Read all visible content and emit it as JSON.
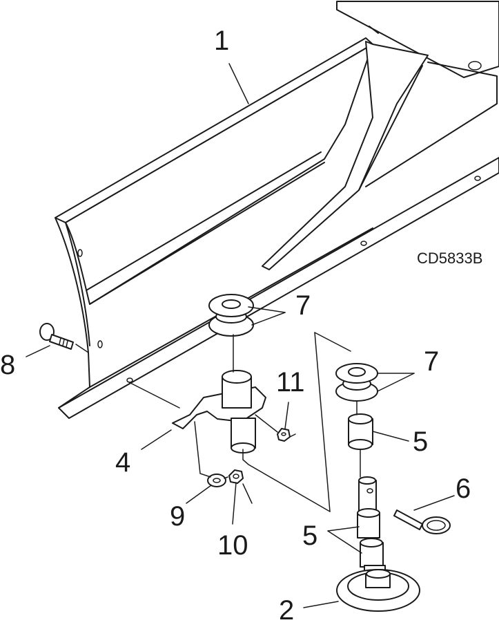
{
  "drawing_code": "CD5833B",
  "callouts": {
    "frame": "1",
    "skid_shoe": "2",
    "mount_bracket": "4",
    "spacer_upper": "5",
    "spacer_lower": "5",
    "pin": "6",
    "washers_upper": "7",
    "washers_lower": "7",
    "carriage_bolt": "8",
    "flat_washer": "9",
    "hex_nut": "10",
    "lock_nut": "11"
  }
}
